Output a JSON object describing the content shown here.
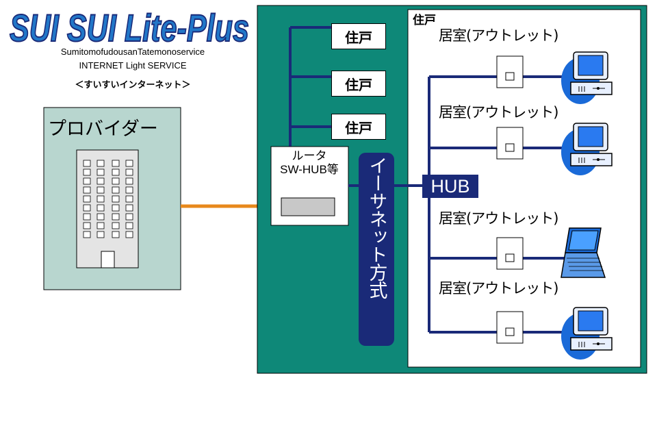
{
  "logo": {
    "text": "SUI SUI Lite-Plus"
  },
  "subtitle": {
    "company": "SumitomofudousanTatemonoservice",
    "service": "INTERNET Light SERVICE",
    "nickname": "＜すいすいインターネット＞"
  },
  "provider": {
    "label": "プロバイダー"
  },
  "building": {
    "units": [
      {
        "label": "住戸"
      },
      {
        "label": "住戸"
      },
      {
        "label": "住戸"
      }
    ]
  },
  "router": {
    "line1": "ルータ",
    "line2": "SW-HUB等"
  },
  "ethernet": {
    "label": "イーサネット方式"
  },
  "hub": {
    "label": "HUB"
  },
  "house": {
    "title": "住戸",
    "rooms": [
      {
        "label": "居室(アウトレット)",
        "device": "desktop-pc"
      },
      {
        "label": "居室(アウトレット)",
        "device": "desktop-pc"
      },
      {
        "label": "居室(アウトレット)",
        "device": "laptop-pc"
      },
      {
        "label": "居室(アウトレット)",
        "device": "desktop-pc"
      }
    ]
  },
  "colors": {
    "teal": "#0e8878",
    "navy": "#1a2a78",
    "orange": "#e8891c",
    "provider_bg": "#b8d6cf",
    "pc_blue": "#1a6ad8"
  }
}
